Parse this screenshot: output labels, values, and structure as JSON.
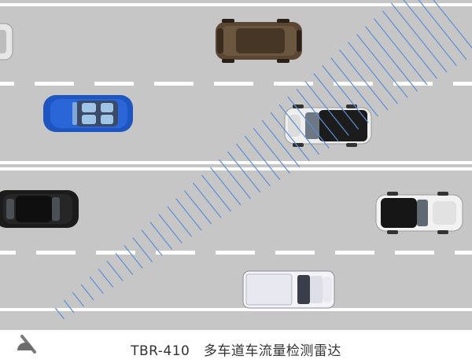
{
  "caption": "TBR-410　多车道车流量检测雷达",
  "colors": {
    "road": "#c6c6c7",
    "lane_marking": "#ffffff",
    "radar_wave": "#5b8fd6",
    "caption_text": "#333333"
  },
  "icons": [
    "radar-sensor-icon"
  ],
  "vehicles": [
    {
      "name": "white-car-partial",
      "color": "#e8e8e8"
    },
    {
      "name": "brown-suv",
      "color": "#5a4633"
    },
    {
      "name": "blue-convertible",
      "color": "#1f55c0"
    },
    {
      "name": "white-suv-black-roof",
      "color": "#eeeeee"
    },
    {
      "name": "black-sedan",
      "color": "#1b1b1b"
    },
    {
      "name": "white-car-black-roof",
      "color": "#f2f2f2"
    },
    {
      "name": "white-pickup-truck",
      "color": "#f4f4f8"
    }
  ]
}
